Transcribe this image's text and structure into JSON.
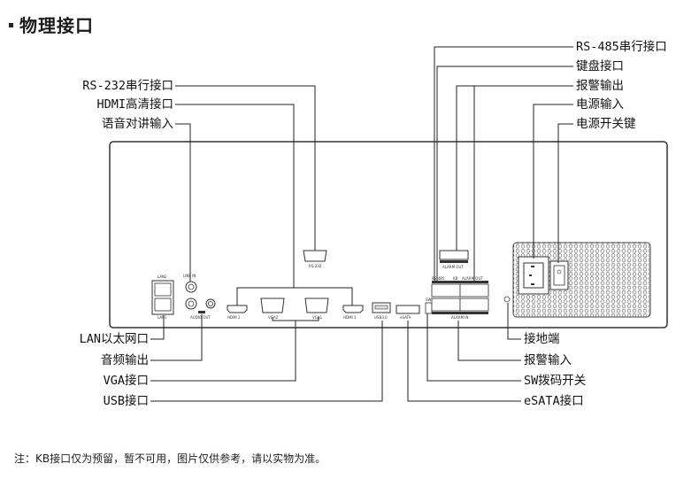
{
  "section_title": "物理接口",
  "callouts": {
    "left_top": [
      {
        "id": "rs232",
        "label": "RS-232串行接口"
      },
      {
        "id": "hdmi",
        "label": "HDMI高清接口"
      },
      {
        "id": "audio_in",
        "label": "语音对讲输入"
      }
    ],
    "left_bottom": [
      {
        "id": "lan",
        "label": "LAN以太网口"
      },
      {
        "id": "audio_out",
        "label": "音频输出"
      },
      {
        "id": "vga",
        "label": "VGA接口"
      },
      {
        "id": "usb",
        "label": "USB接口"
      }
    ],
    "right_top": [
      {
        "id": "rs485",
        "label": "RS-485串行接口"
      },
      {
        "id": "keyboard",
        "label": "键盘接口"
      },
      {
        "id": "alarm_out",
        "label": "报警输出"
      },
      {
        "id": "power_in",
        "label": "电源输入"
      },
      {
        "id": "power_switch",
        "label": "电源开关键"
      }
    ],
    "right_bottom": [
      {
        "id": "ground",
        "label": "接地端"
      },
      {
        "id": "alarm_in",
        "label": "报警输入"
      },
      {
        "id": "sw_dip",
        "label": "SW拨码开关"
      },
      {
        "id": "esata",
        "label": "eSATA接口"
      }
    ]
  },
  "panel_labels": {
    "lan2": "LAN2",
    "lan1": "LAN1",
    "line_in": "LINE IN",
    "audio_out": "AUDIO OUT",
    "hdmi2": "HDMI 2",
    "vga2": "VGA2",
    "vga1": "VGA1",
    "hdmi1": "HDMI 1",
    "usb": "USB3.0",
    "esata": "eSATA",
    "rs232": "RS-232",
    "alarm_out_top": "ALARM OUT",
    "rs485": "RS-485",
    "kb": "KB",
    "alarm_out": "ALARM OUT",
    "alarm_in": "ALARM IN",
    "sw": "SW"
  },
  "note": "注：KB接口仅为预留，暂不可用，图片仅供参考，请以实物为准。"
}
